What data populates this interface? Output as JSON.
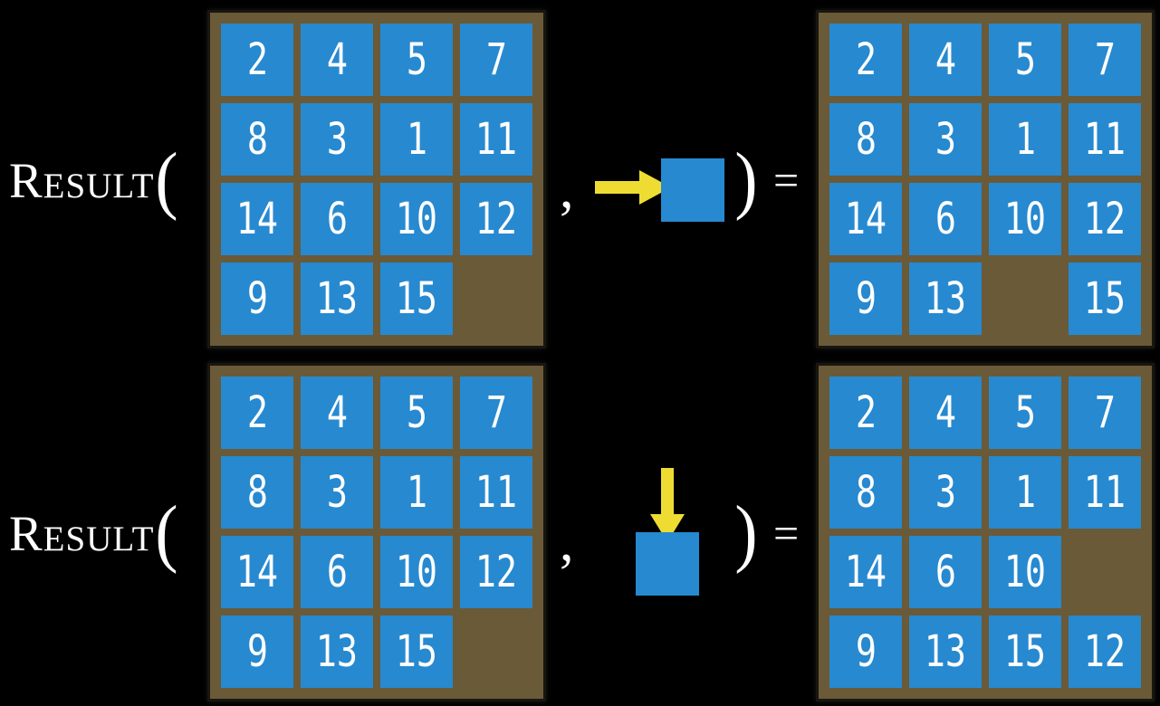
{
  "figure": {
    "background": "#000000",
    "colors": {
      "tile": "#2789d0",
      "frame": "#6a5a38",
      "frame_border": "#191610",
      "arrow": "#eedc33",
      "text": "#ffffff"
    },
    "function_name": "Result",
    "open_paren": "(",
    "comma": ",",
    "close_paren": ")",
    "equals": "=",
    "examples": [
      {
        "move_icon": "right-arrow",
        "input_grid": [
          [
            "2",
            "4",
            "5",
            "7"
          ],
          [
            "8",
            "3",
            "1",
            "11"
          ],
          [
            "14",
            "6",
            "10",
            "12"
          ],
          [
            "9",
            "13",
            "15",
            ""
          ]
        ],
        "output_grid": [
          [
            "2",
            "4",
            "5",
            "7"
          ],
          [
            "8",
            "3",
            "1",
            "11"
          ],
          [
            "14",
            "6",
            "10",
            "12"
          ],
          [
            "9",
            "13",
            "",
            "15"
          ]
        ]
      },
      {
        "move_icon": "down-arrow",
        "input_grid": [
          [
            "2",
            "4",
            "5",
            "7"
          ],
          [
            "8",
            "3",
            "1",
            "11"
          ],
          [
            "14",
            "6",
            "10",
            "12"
          ],
          [
            "9",
            "13",
            "15",
            ""
          ]
        ],
        "output_grid": [
          [
            "2",
            "4",
            "5",
            "7"
          ],
          [
            "8",
            "3",
            "1",
            "11"
          ],
          [
            "14",
            "6",
            "10",
            ""
          ],
          [
            "9",
            "13",
            "15",
            "12"
          ]
        ]
      }
    ]
  }
}
